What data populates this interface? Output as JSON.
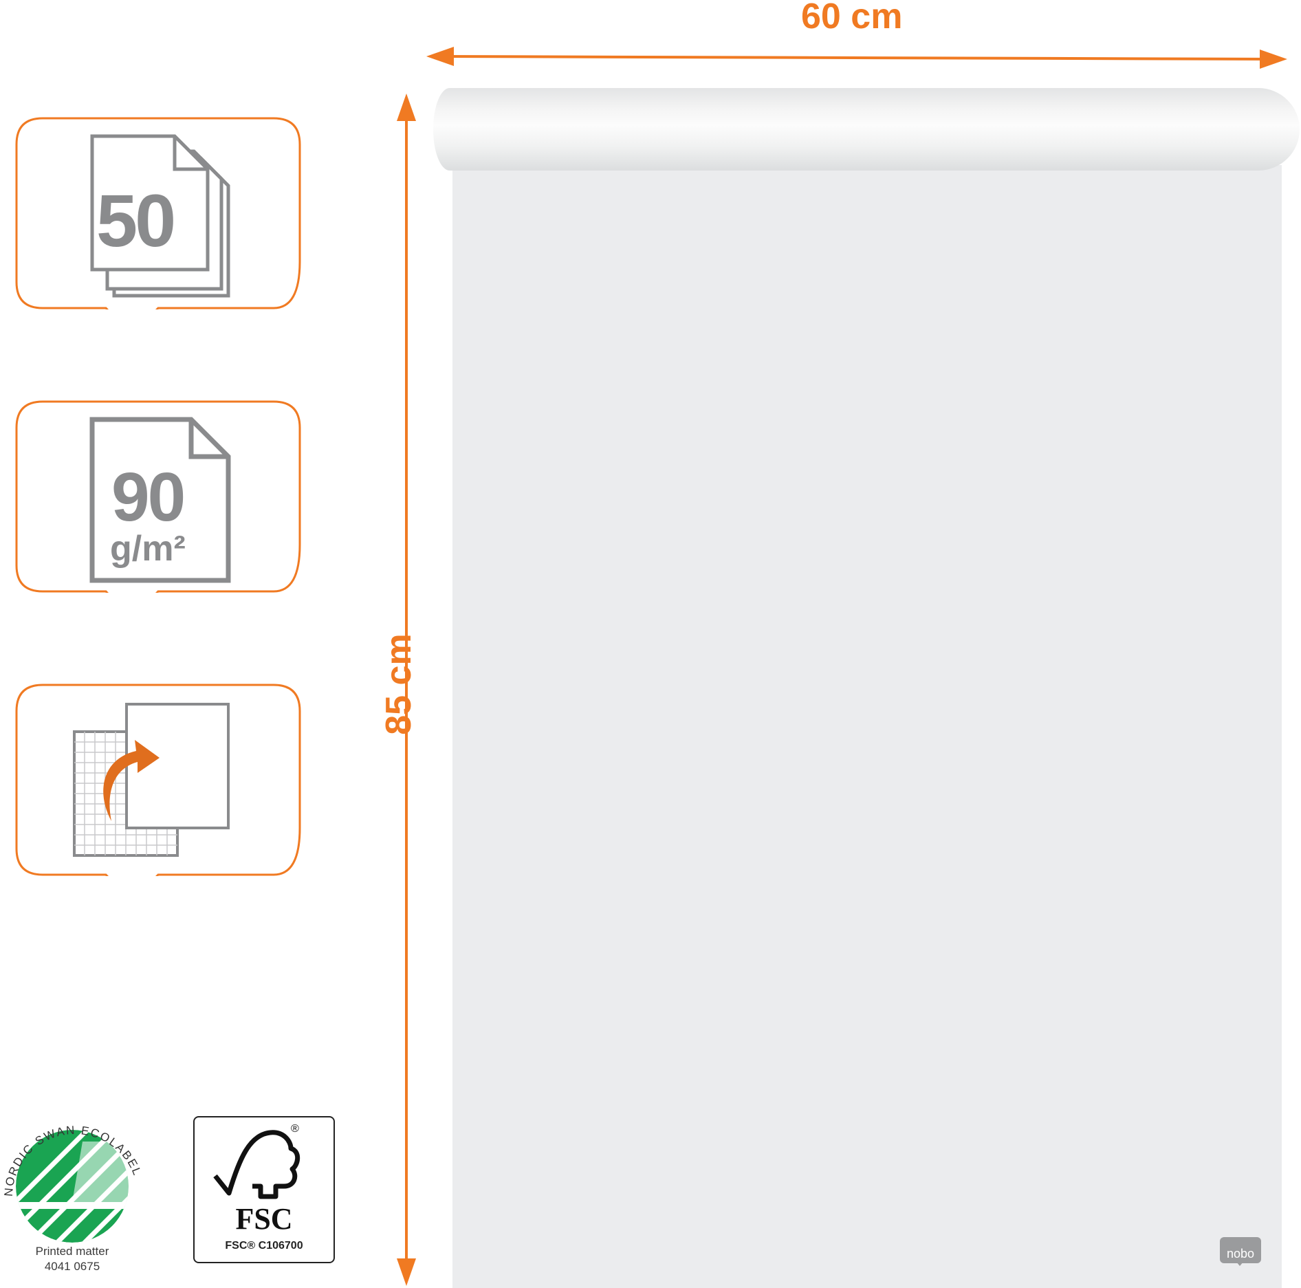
{
  "dimensions": {
    "width_label": "60 cm",
    "height_label": "85 cm",
    "accent_color": "#f07a22"
  },
  "features": [
    {
      "icon": "sheet-count-icon",
      "value": "50"
    },
    {
      "icon": "paper-weight-icon",
      "value": "90",
      "unit": "g/m²"
    },
    {
      "icon": "plain-grid-reversible-icon"
    }
  ],
  "certifications": {
    "nordic_swan": {
      "ring_text": "NORDIC SWAN ECOLABEL",
      "line1": "Printed matter",
      "line2": "4041 0675",
      "color": "#1aa452"
    },
    "fsc": {
      "mark": "FSC",
      "registered": "®",
      "code": "FSC® C106700"
    }
  },
  "brand": {
    "name": "nobo"
  }
}
